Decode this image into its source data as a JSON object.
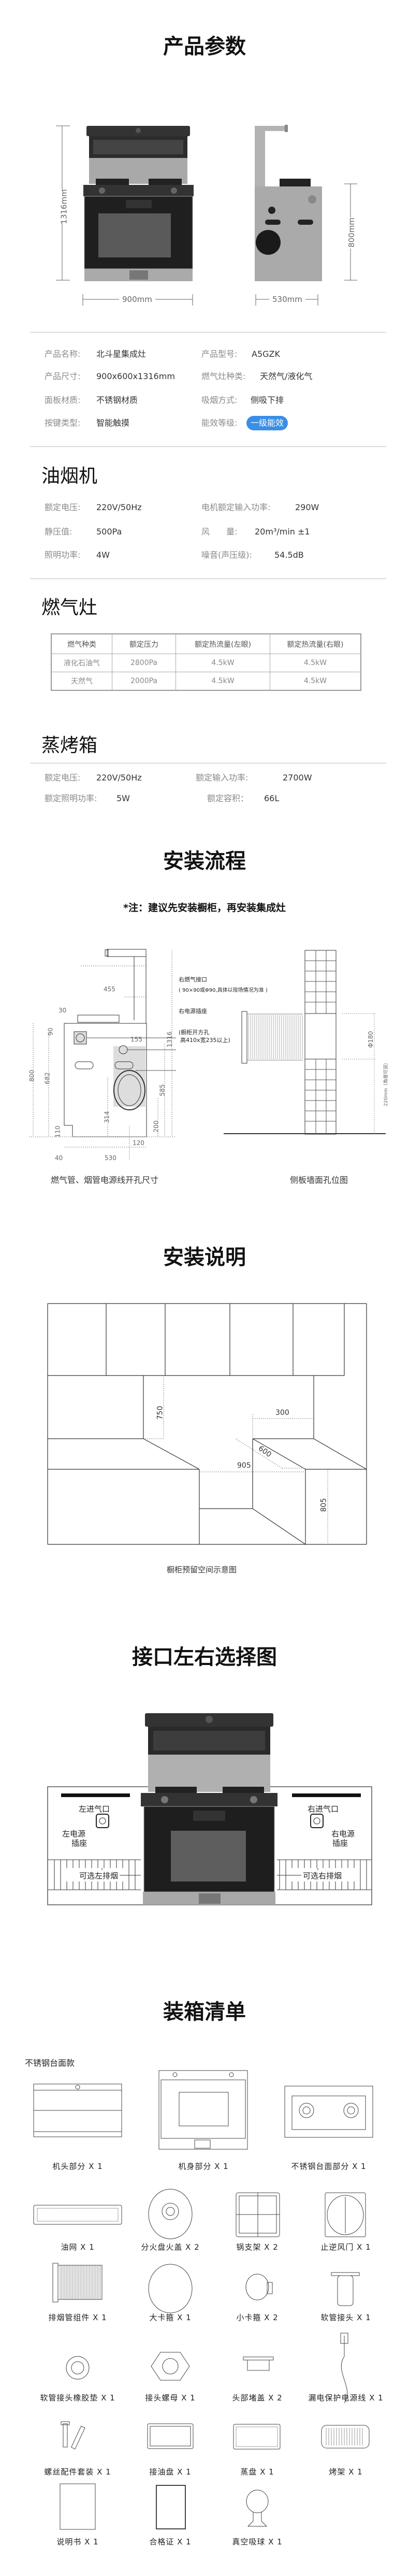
{
  "titles": {
    "params": "产品参数",
    "install_flow": "安装流程",
    "install_guide": "安装说明",
    "interface": "接口左右选择图",
    "packing": "装箱清单"
  },
  "dims": {
    "height": "1316mm",
    "width": "900mm",
    "depth": "530mm",
    "body_height": "800mm"
  },
  "specs": [
    {
      "label": "产品名称:",
      "value": "北斗星集成灶",
      "label2": "产品型号:",
      "value2": "A5GZK"
    },
    {
      "label": "产品尺寸:",
      "value": "900x600x1316mm",
      "label2": "燃气灶种类:",
      "value2": "天然气/液化气"
    },
    {
      "label": "面板材质:",
      "value": "不锈钢材质",
      "label2": "吸烟方式:",
      "value2": "侧吸下排"
    },
    {
      "label": "按键类型:",
      "value": "智能触摸",
      "label2": "能效等级:",
      "value2": "一级能效"
    }
  ],
  "accent": "#3a8ee6",
  "hood": {
    "title": "油烟机",
    "rows": [
      {
        "label": "额定电压:",
        "value": "220V/50Hz",
        "label2": "电机额定输入功率:",
        "value2": "290W"
      },
      {
        "label": "静压值:",
        "value": "500Pa",
        "label2": "风　　量:",
        "value2": "20m³/min ±1"
      },
      {
        "label": "照明功率:",
        "value": "4W",
        "label2": "噪音(声压级):",
        "value2": "54.5dB"
      }
    ]
  },
  "stove": {
    "title": "燃气灶",
    "headers": [
      "燃气种类",
      "额定压力",
      "额定热流量(左眼)",
      "额定热流量(右眼)"
    ],
    "rows": [
      [
        "液化石油气",
        "2800Pa",
        "4.5kW",
        "4.5kW"
      ],
      [
        "天然气",
        "2000Pa",
        "4.5kW",
        "4.5kW"
      ]
    ]
  },
  "oven": {
    "title": "蒸烤箱",
    "rows": [
      {
        "label": "额定电压:",
        "value": "220V/50Hz",
        "label2": "额定输入功率:",
        "value2": "2700W"
      },
      {
        "label": "额定照明功率:",
        "value": "5W",
        "label2": "额定容积：",
        "value2": "66L"
      }
    ]
  },
  "install_note": "*注：建议先安装橱柜，再安装集成灶",
  "flow_diagram": {
    "labels": {
      "gas": "右燃气接口",
      "gas_note": "( 90×90或Φ90,具体以现场情况为准 )",
      "socket": "右电源插座",
      "hole": "(橱柜开方孔",
      "hole_note": "高410x宽235以上)"
    },
    "numbers": [
      "455",
      "30",
      "90",
      "155",
      "1316",
      "800",
      "682",
      "585",
      "314",
      "200",
      "110",
      "120",
      "40",
      "530"
    ],
    "wall_numbers": {
      "phi": "Φ180",
      "angle": "220mm（角度可调）"
    },
    "caption_left": "燃气管、烟管电源线开孔尺寸",
    "caption_right": "侧板墙面孔位图"
  },
  "cabinet_diagram": {
    "numbers": {
      "h750": "750",
      "w300": "300",
      "d600": "600",
      "w905": "905",
      "h805": "805"
    },
    "caption": "橱柜预留空间示意图"
  },
  "interface_diagram": {
    "left_gas": "左进气口",
    "left_socket": "左电源",
    "left_socket2": "插座",
    "left_exhaust": "可选左排烟",
    "right_gas": "右进气口",
    "right_socket": "右电源",
    "right_socket2": "插座",
    "right_exhaust": "可选右排烟"
  },
  "packing": {
    "subtitle": "不锈钢台面款",
    "items": [
      "机头部分 X 1",
      "机身部分 X 1",
      "不锈钢台面部分 X 1",
      "油网 X 1",
      "分火盘火盖 X 2",
      "锅支架 X 2",
      "止逆风门 X 1",
      "排烟管组件 X 1",
      "大卡箍 X 1",
      "小卡箍 X 2",
      "软管接头 X 1",
      "软管接头橡胶垫 X 1",
      "接头螺母 X 1",
      "头部堵盖 X 2",
      "漏电保护电源线 X 1",
      "螺丝配件套装 X 1",
      "接油盘 X 1",
      "蒸盘 X 1",
      "烤架 X 1",
      "说明书 X 1",
      "合格证 X 1",
      "真空吸球 X 1"
    ]
  }
}
